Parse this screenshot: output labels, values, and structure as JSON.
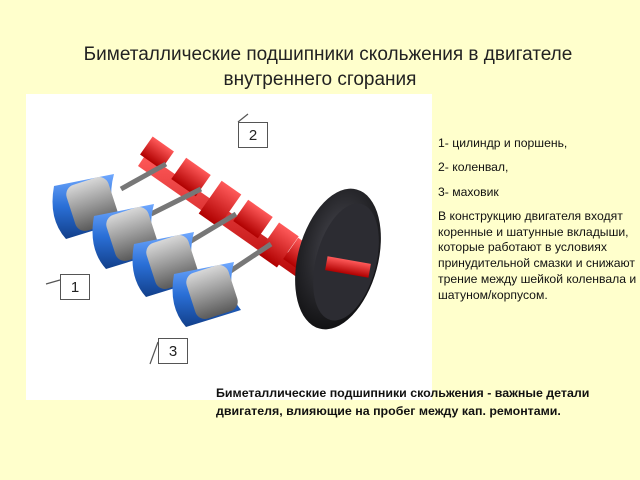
{
  "slide": {
    "title_line1": "Биметаллические подшипники скольжения в двигателе",
    "title_line2": "внутреннего сгорания"
  },
  "figure": {
    "callouts": {
      "c1": "1",
      "c2": "2",
      "c3": "3"
    },
    "colors": {
      "blue": "#2a6fd6",
      "red": "#e01515",
      "gray": "#8a8a8a",
      "flywheel": "#1e1e22"
    }
  },
  "legend": {
    "items": [
      "1- цилиндр и поршень,",
      "2- коленвал,",
      "3-  маховик"
    ],
    "description": "В конструкцию двигателя входят коренные и шатунные вкладыши, которые работают в условиях принудительной смазки и снижают трение между шейкой коленвала и шатуном/корпусом."
  },
  "bottom_note": "Биметаллические подшипники скольжения  - важные детали двигателя, влияющие на пробег между кап. ремонтами."
}
